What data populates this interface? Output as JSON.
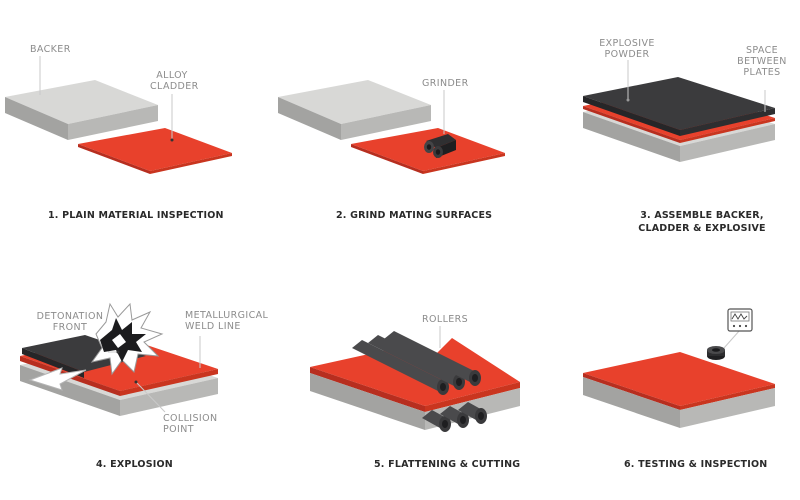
{
  "colors": {
    "plate_top": "#d8d8d6",
    "plate_front": "#a3a3a1",
    "plate_side": "#b8b8b6",
    "red_top": "#e8412c",
    "red_edge": "#b72e1f",
    "dark_top": "#3b3b3d",
    "dark_edge": "#262628",
    "label_gray": "#8c8c8c",
    "caption": "#2a2a2a"
  },
  "steps": [
    {
      "caption_lines": [
        "1. PLAIN MATERIAL INSPECTION"
      ],
      "labels": {
        "backer": "BACKER",
        "alloy_cladder": [
          "ALLOY",
          "CLADDER"
        ]
      }
    },
    {
      "caption_lines": [
        "2. GRIND MATING SURFACES"
      ],
      "labels": {
        "grinder": "GRINDER"
      }
    },
    {
      "caption_lines": [
        "3. ASSEMBLE BACKER,",
        "CLADDER & EXPLOSIVE"
      ],
      "labels": {
        "explosive_powder": [
          "EXPLOSIVE",
          "POWDER"
        ],
        "space_between_plates": [
          "SPACE",
          "BETWEEN",
          "PLATES"
        ]
      }
    },
    {
      "caption_lines": [
        "4.  EXPLOSION"
      ],
      "labels": {
        "detonation_front": [
          "DETONATION",
          "FRONT"
        ],
        "metallurgical_weld_line": [
          "METALLURGICAL",
          "WELD LINE"
        ],
        "collision_point": [
          "COLLISION",
          "POINT"
        ]
      }
    },
    {
      "caption_lines": [
        "5. FLATTENING & CUTTING"
      ],
      "labels": {
        "rollers": "ROLLERS"
      }
    },
    {
      "caption_lines": [
        "6. TESTING & INSPECTION"
      ],
      "labels": {}
    }
  ]
}
